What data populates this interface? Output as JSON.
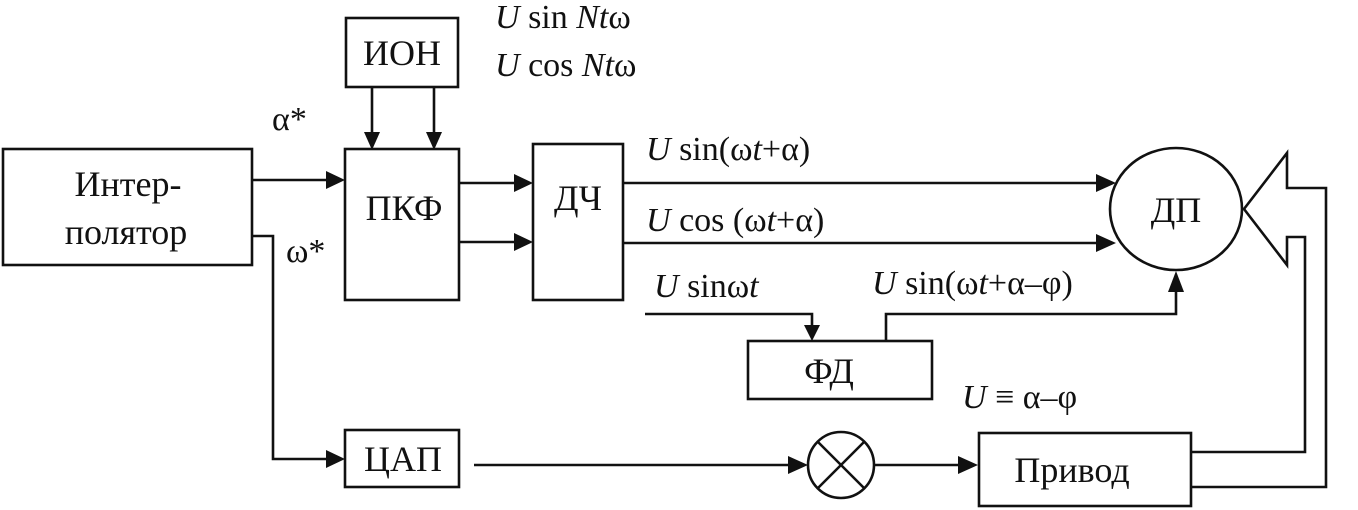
{
  "blocks": {
    "interpolator_line1": "Интер-",
    "interpolator_line2": "полятор",
    "ion": "ИОН",
    "pkf": "ПКФ",
    "dch": "ДЧ",
    "dp": "ДП",
    "fd": "ФД",
    "cap": "ЦАП",
    "drive": "Привод"
  },
  "signals": {
    "alpha_star": "α*",
    "omega_star": "ω*",
    "ref_sin": {
      "u": "U",
      "fn": " sin ",
      "arg": "Nt",
      "tail": "ω"
    },
    "ref_cos": {
      "u": "U",
      "fn": " cos ",
      "arg": "Nt",
      "tail": "ω"
    },
    "out_sin": {
      "u": "U",
      "pre": " sin(ω",
      "t": "t",
      "post": "+α)"
    },
    "out_cos": {
      "u": "U",
      "pre": " cos (ω",
      "t": "t",
      "post": "+α)"
    },
    "ref_phase": {
      "u": "U",
      "pre": " sinω",
      "t": "t",
      "post": ""
    },
    "feedback": {
      "u": "U",
      "pre": " sin(ω",
      "t": "t",
      "post": "+α–φ)"
    },
    "error": {
      "u": "U",
      "rest": " ≡ α–φ"
    }
  },
  "colors": {
    "stroke": "#111111",
    "background": "#ffffff"
  }
}
